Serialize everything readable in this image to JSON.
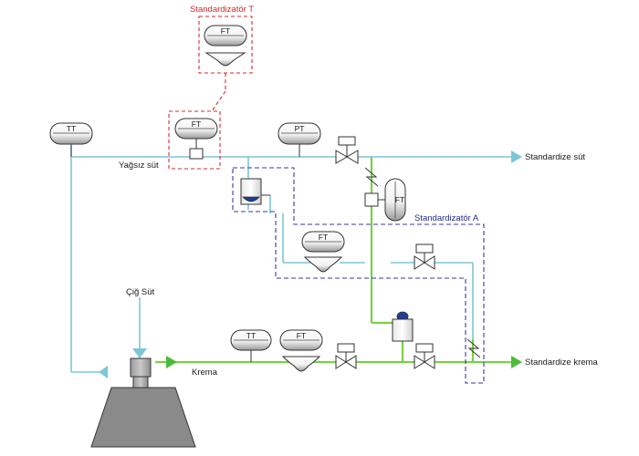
{
  "labels": {
    "standardizator_t": "Standardizatör T",
    "standardizator_a": "Standardizatör A",
    "yagsiz_sut": "Yağsız süt",
    "standardize_sut": "Standardize süt",
    "cig_sut": "Çiğ Süt",
    "krema": "Krema",
    "standardize_krema": "Standardize krema"
  },
  "instruments": {
    "tt_top": "TT",
    "ft_top_detail": "FT",
    "ft_top_main": "FT",
    "pt_top": "PT",
    "ft_right_vertical": "FT",
    "ft_middle": "FT",
    "tt_bottom": "TT",
    "ft_bottom": "FT"
  },
  "colors": {
    "skim_line": "#7cc6d8",
    "cream_line": "#7ccf4a",
    "standardizer_t_box": "#d42a2a",
    "standardizer_a_box": "#1f2a8c",
    "separator": "#8a8a8a"
  }
}
